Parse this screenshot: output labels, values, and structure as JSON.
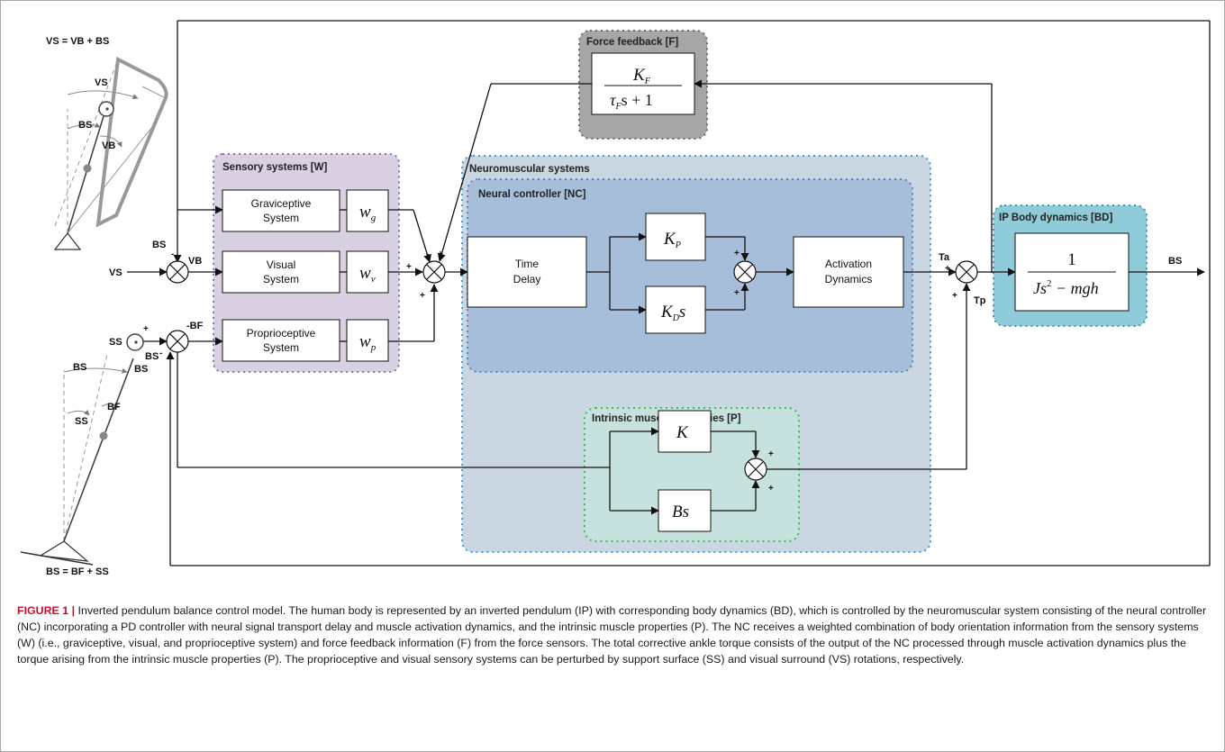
{
  "equations": {
    "vs_eq": "VS = VB + BS",
    "bs_eq": "BS = BF + SS"
  },
  "pendulum_top": {
    "vs": "VS",
    "bs": "BS",
    "vb": "VB"
  },
  "pendulum_bottom": {
    "bs_left": "BS",
    "bs_right": "BS",
    "ss": "SS",
    "bf": "BF"
  },
  "groups": {
    "sensory": "Sensory systems [W]",
    "neuromuscular": "Neuromuscular systems",
    "neural_controller": "Neural controller [NC]",
    "force_feedback": "Force feedback [F]",
    "body_dynamics": "IP Body dynamics [BD]",
    "intrinsic": "Intrinsic muscle properties [P]"
  },
  "blocks": {
    "graviceptive": [
      "Graviceptive",
      "System"
    ],
    "visual": [
      "Visual",
      "System"
    ],
    "proprioceptive": [
      "Proprioceptive",
      "System"
    ],
    "time_delay": [
      "Time",
      "Delay"
    ],
    "activation": [
      "Activation",
      "Dynamics"
    ]
  },
  "math": {
    "wg": "w",
    "wg_sub": "g",
    "wv": "w",
    "wv_sub": "v",
    "wp": "w",
    "wp_sub": "p",
    "kp": "K",
    "kp_sub": "P",
    "kd": "K",
    "kd_sub": "D",
    "kd_s": "s",
    "k": "K",
    "bs_block": "Bs",
    "ff_num": "K",
    "ff_num_sub": "F",
    "ff_den_tau": "τ",
    "ff_den_tau_sub": "F",
    "ff_den_rest": "s + 1",
    "bd_num": "1",
    "bd_den_j": "Js",
    "bd_den_exp": "2",
    "bd_den_rest": " − mgh"
  },
  "signals": {
    "vs_in": "VS",
    "ss_in": "SS",
    "bs_out": "BS",
    "bs_minus": "BS",
    "vb": "VB",
    "neg_bf": "-BF",
    "bs_lower": "BS",
    "ta": "Ta",
    "tp": "Tp"
  },
  "signs": {
    "plus": "+",
    "minus": "-"
  },
  "caption": {
    "label": "FIGURE 1 |",
    "text": " Inverted pendulum balance control model. The human body is represented by an inverted pendulum (IP) with corresponding body dynamics (BD), which is controlled by the neuromuscular system consisting of the neural controller (NC) incorporating a PD controller with neural signal transport delay and muscle activation dynamics, and the intrinsic muscle properties (P). The NC receives a weighted combination of body orientation information from the sensory systems (W) (i.e., graviceptive, visual, and proprioceptive system) and force feedback information (F) from the force sensors. The total corrective ankle torque consists of the output of the NC processed through muscle activation dynamics plus the torque arising from the intrinsic muscle properties (P). The proprioceptive and visual sensory systems can be perturbed by support surface (SS) and visual surround (VS) rotations, respectively."
  },
  "colors": {
    "sensory_fill": "#d9d0e1",
    "sensory_border": "#8a72a8",
    "neuro_fill": "#cbd6e3",
    "neuro_border": "#3aa0d8",
    "nc_fill": "#a7bedb",
    "nc_border": "#5b83b8",
    "ff_fill": "#a6a6a6",
    "ff_border": "#6a6a6a",
    "bd_fill": "#8fcbd9",
    "bd_border": "#3a98b4",
    "intrinsic_fill": "#c7e2de",
    "intrinsic_border": "#2ec74a",
    "caption_label": "#c8102e"
  }
}
